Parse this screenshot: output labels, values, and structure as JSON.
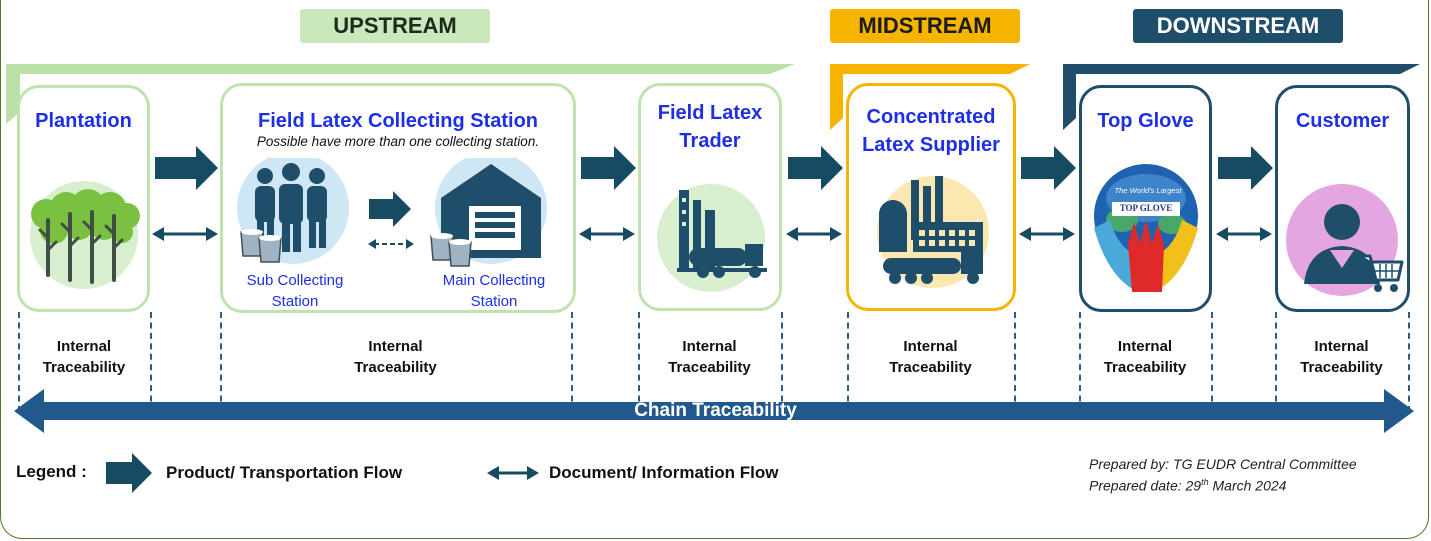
{
  "colors": {
    "upstream": "#bfe3b0",
    "midstream": "#f6b400",
    "downstream": "#1f4e6b",
    "arrow": "#174a63",
    "chain": "#21598d",
    "title": "#1e2fe6"
  },
  "stages": {
    "upstream": "UPSTREAM",
    "midstream": "MIDSTREAM",
    "downstream": "DOWNSTREAM"
  },
  "nodes": {
    "plantation": {
      "title": "Plantation"
    },
    "collecting": {
      "title": "Field Latex Collecting Station",
      "note": "Possible have more than one collecting station.",
      "sub_line1": "Sub Collecting",
      "sub_line2": "Station",
      "main_line1": "Main Collecting",
      "main_line2": "Station"
    },
    "trader": {
      "title_line1": "Field Latex",
      "title_line2": "Trader"
    },
    "supplier": {
      "title_line1": "Concentrated",
      "title_line2": "Latex Supplier"
    },
    "topglove": {
      "title": "Top Glove",
      "globe_line1": "The World's Largest",
      "globe_line2": "TOP GLOVE"
    },
    "customer": {
      "title": "Customer"
    }
  },
  "traceability": {
    "internal_line1": "Internal",
    "internal_line2": "Traceability",
    "chain": "Chain Traceability"
  },
  "legend": {
    "label": "Legend :",
    "product_flow": "Product/ Transportation Flow",
    "document_flow": "Document/ Information Flow"
  },
  "footer": {
    "prepared_by": "Prepared by: TG EUDR Central Committee",
    "prepared_date_prefix": "Prepared date: 29",
    "prepared_date_sup": "th",
    "prepared_date_suffix": " March 2024"
  }
}
